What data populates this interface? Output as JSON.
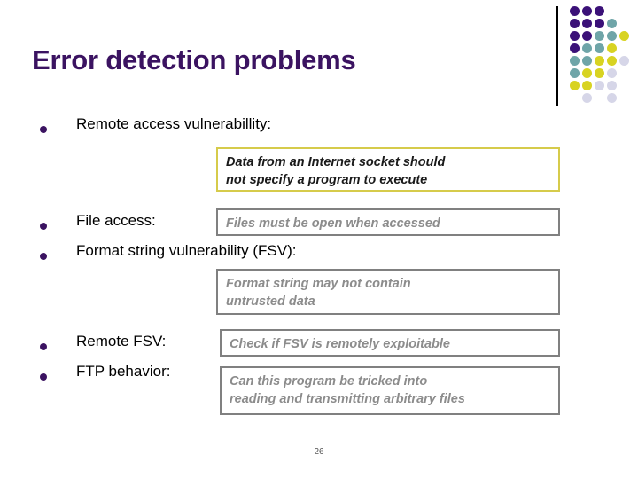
{
  "slide": {
    "title": "Error detection problems",
    "page_number": "26",
    "colors": {
      "title_purple": "#3B1361",
      "bullet_purple": "#3B1361",
      "yellow_border": "#D6CB4B",
      "gray_border": "#808080",
      "gray_text": "#8C8C8C",
      "dot_purple": "#3B1178",
      "dot_teal": "#6FA5A8",
      "dot_yellow": "#D8D322",
      "dot_lavender": "#D6D6E8"
    }
  },
  "bullets": [
    {
      "label": "Remote access vulnerabillity:"
    },
    {
      "label": "File access:"
    },
    {
      "label": "Format string vulnerability (FSV):"
    },
    {
      "label": "Remote FSV:"
    },
    {
      "label": "FTP behavior:"
    }
  ],
  "callouts": [
    {
      "id": "remote-access-callout",
      "style": "yellow",
      "lines": [
        "Data from an Internet socket should",
        "not specify a program to execute"
      ]
    },
    {
      "id": "file-access-callout",
      "style": "gray",
      "lines": [
        "Files must be open when accessed"
      ]
    },
    {
      "id": "format-string-callout",
      "style": "gray",
      "lines": [
        "Format string may not contain",
        "untrusted data"
      ]
    },
    {
      "id": "remote-fsv-callout",
      "style": "gray",
      "lines": [
        "Check if FSV is remotely exploitable"
      ]
    },
    {
      "id": "ftp-behavior-callout",
      "style": "gray",
      "lines": [
        "Can this program be tricked into",
        "reading and transmitting arbitrary files"
      ]
    }
  ],
  "decoration": {
    "dot_grid": {
      "rows": 9,
      "cols": 5,
      "cell": 14,
      "matrix": [
        [
          "purple",
          "purple",
          "purple",
          null,
          null
        ],
        [
          "purple",
          "purple",
          "purple",
          "teal",
          null
        ],
        [
          "purple",
          "purple",
          "teal",
          "teal",
          "yellow"
        ],
        [
          "purple",
          "teal",
          "teal",
          "yellow",
          null
        ],
        [
          "teal",
          "teal",
          "yellow",
          "yellow",
          "lavender"
        ],
        [
          "teal",
          "yellow",
          "yellow",
          "lavender",
          null
        ],
        [
          "yellow",
          "yellow",
          "lavender",
          "lavender",
          null
        ],
        [
          null,
          "lavender",
          null,
          "lavender",
          null
        ],
        [
          null,
          null,
          null,
          null,
          null
        ]
      ]
    }
  }
}
